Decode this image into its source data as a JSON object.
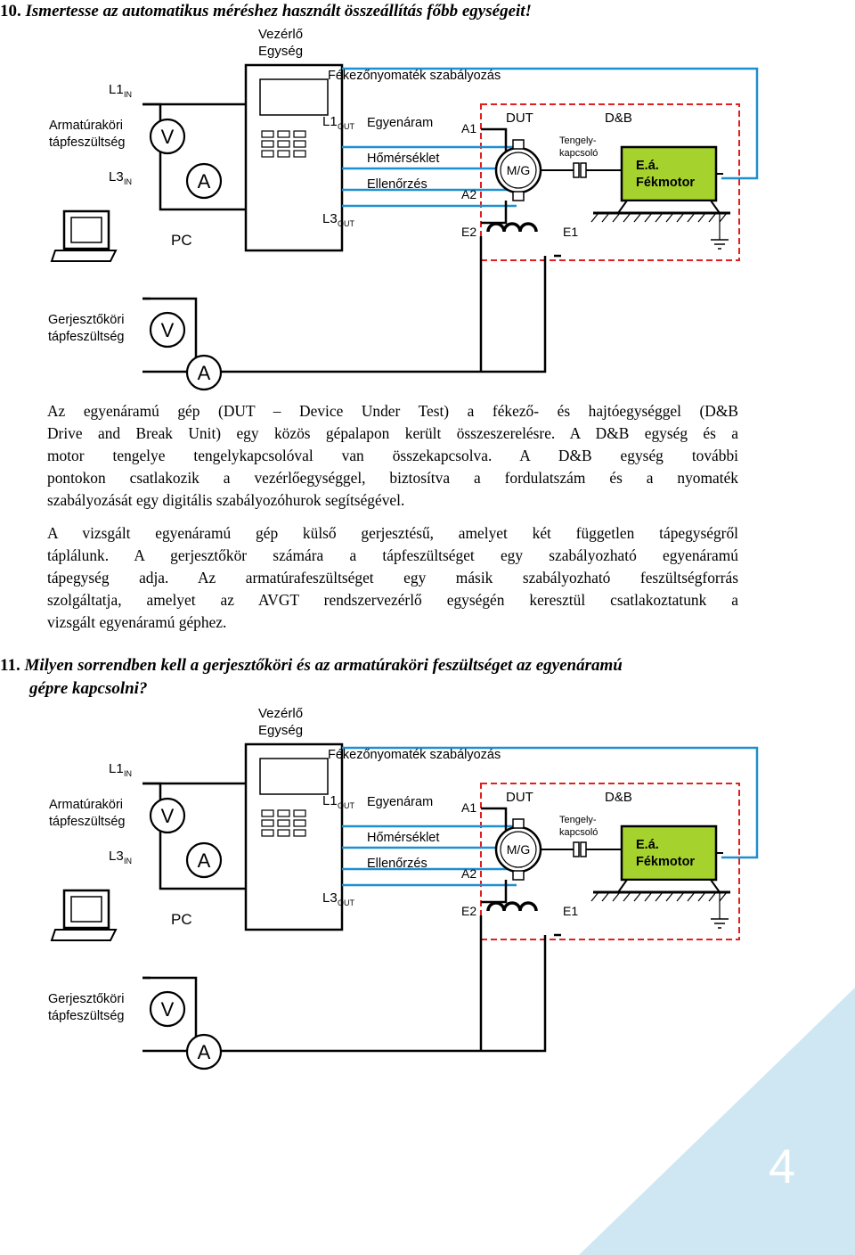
{
  "questions": {
    "q10": {
      "number": "10.",
      "text": "Ismertesse az automatikus méréshez használt összeállítás főbb egységeit!"
    },
    "q11": {
      "number": "11.",
      "line1": "Milyen sorrendben kell a gerjesztőköri és az armatúraköri feszültséget az egyenáramú",
      "line2": "gépre kapcsolni?"
    }
  },
  "diagram": {
    "controller": "Vezérlő",
    "controller2": "Egység",
    "brake_reg": "Fékezőnyomaték szabályozás",
    "l1_in": "L1",
    "l3_in": "L3",
    "l1_out": "L1",
    "l3_out": "L3",
    "sub_in": "IN",
    "sub_out": "OUT",
    "armature": "Armatúraköri",
    "supply": "tápfeszültség",
    "excitation": "Gerjesztőköri",
    "dc": "Egyenáram",
    "temp": "Hőmérséklet",
    "check": "Ellenőrzés",
    "dut": "DUT",
    "db": "D&B",
    "a1": "A1",
    "a2": "A2",
    "e1": "E1",
    "e2": "E2",
    "mg": "M/G",
    "coupling1": "Tengely-",
    "coupling2": "kapcsoló",
    "ea": "E.á.",
    "brake_motor": "Fékmotor",
    "volt": "V",
    "amp": "A",
    "pc": "PC"
  },
  "paragraph1": [
    "Az egyenáramú gép (DUT – Device Under Test) a fékező- és hajtóegységgel (D&B",
    "Drive and Break Unit) egy közös gépalapon került összeszerelésre. A D&B egység és a",
    "motor tengelye tengelykapcsolóval van összekapcsolva. A D&B egység további",
    "pontokon csatlakozik a vezérlőegységgel, biztosítva a fordulatszám és a nyomaték",
    "szabályozását egy digitális szabályozóhurok segítségével."
  ],
  "paragraph2": [
    "A vizsgált egyenáramú gép külső gerjesztésű, amelyet két független tápegységről",
    "táplálunk. A gerjesztőkör számára a tápfeszültséget egy szabályozható egyenáramú",
    "tápegység adja. Az armatúrafeszültséget egy másik szabályozható feszültségforrás",
    "szolgáltatja, amelyet az AVGT rendszervezérlő egységén keresztül csatlakoztatunk a",
    "vizsgált egyenáramú géphez."
  ],
  "page_number": "4",
  "colors": {
    "motor_green": "#a6d22e",
    "red_dash": "#e02020",
    "wire_blue": "#1e8fd0",
    "corner": "#cfe7f2"
  }
}
